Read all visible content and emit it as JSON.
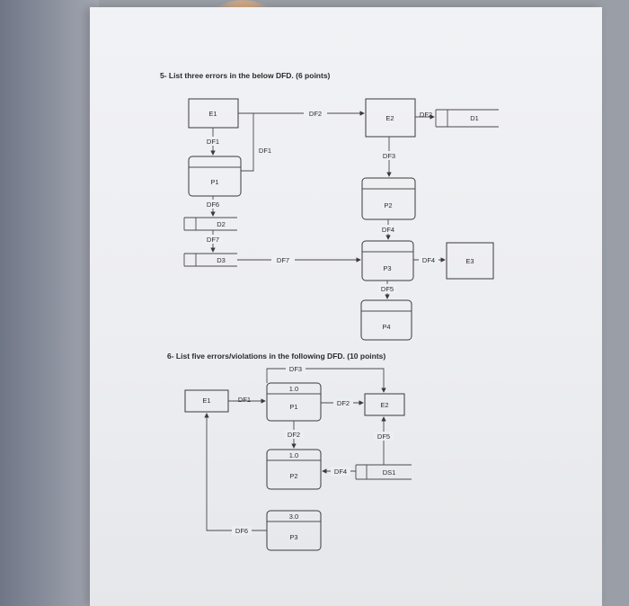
{
  "q5": {
    "title": "5- List three errors in the below DFD. (6 points)",
    "e1": "E1",
    "e2": "E2",
    "e3": "E3",
    "d1": "D1",
    "d2": "D2",
    "d3": "D3",
    "p1": "P1",
    "p2": "P2",
    "p3": "P3",
    "p4": "P4",
    "df1a": "DF1",
    "df1b": "DF1",
    "df2a": "DF2",
    "df2b": "DF2",
    "df3": "DF3",
    "df4a": "DF4",
    "df4b": "DF4",
    "df5": "DF5",
    "df6": "DF6",
    "df7a": "DF7",
    "df7b": "DF7"
  },
  "q6": {
    "title": "6- List five errors/violations in the following DFD. (10 points)",
    "e1": "E1",
    "e2": "E2",
    "ds1": "DS1",
    "p1_num": "1.0",
    "p1": "P1",
    "p2_num": "1.0",
    "p2": "P2",
    "p3_num": "3.0",
    "p3": "P3",
    "df1": "DF1",
    "df2a": "DF2",
    "df2b": "DF2",
    "df3": "DF3",
    "df4": "DF4",
    "df5": "DF5",
    "df6": "DF6"
  }
}
